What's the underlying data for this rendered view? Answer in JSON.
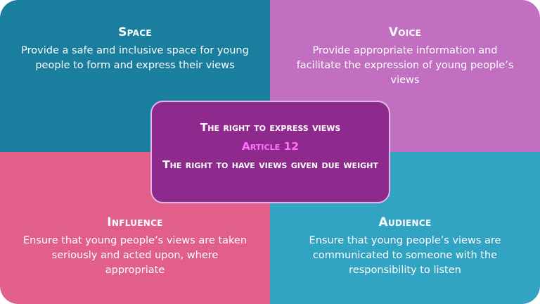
{
  "quadrants": {
    "space": {
      "title": "Space",
      "body": "Provide a safe and inclusive space for young people to form and express their views",
      "color": "#1a7e9e"
    },
    "voice": {
      "title": "Voice",
      "body": "Provide appropriate information and facilitate the expression of young people’s views",
      "color": "#c26fc2"
    },
    "influence": {
      "title": "Influence",
      "body": "Ensure that young people’s views are taken seriously and acted upon, where appropriate",
      "color": "#e25f8a"
    },
    "audience": {
      "title": "Audience",
      "body": "Ensure that young people’s views are communicated to someone with the responsibility to listen",
      "color": "#31a3c3"
    }
  },
  "center": {
    "line1": "The right to express views",
    "article": "Article 12",
    "line2": "The right to have views given due weight",
    "color": "#8e2a8e",
    "article_color": "#ff73ff"
  }
}
